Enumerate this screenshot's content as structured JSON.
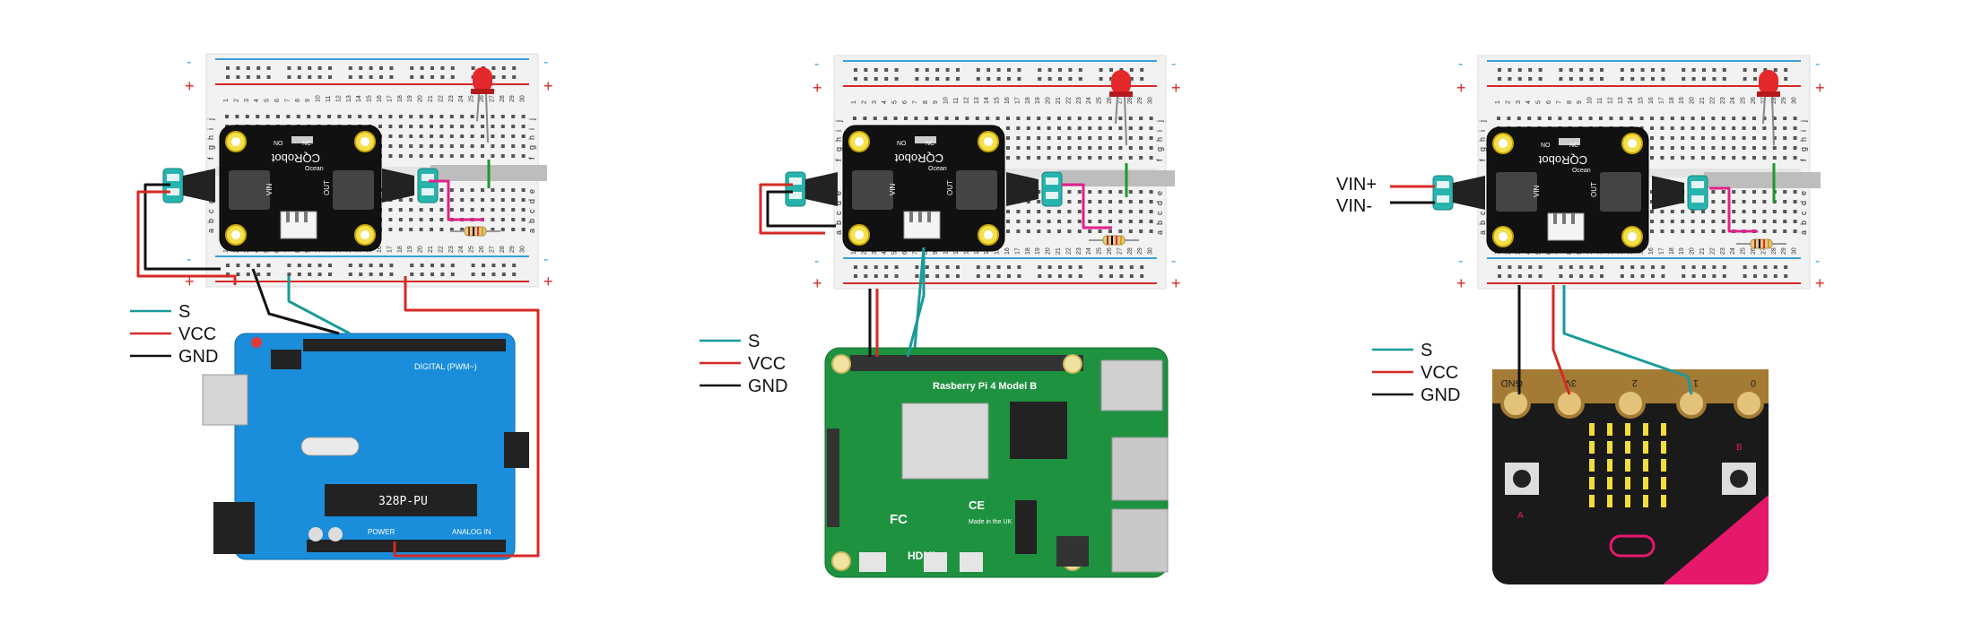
{
  "panels": [
    {
      "id": "arduino",
      "legend": [
        {
          "label": "S",
          "color": "#1a9a9a"
        },
        {
          "label": "VCC",
          "color": "#d62a25"
        },
        {
          "label": "GND",
          "color": "#111111"
        }
      ],
      "rail_minus": "-",
      "rail_plus": "+",
      "module": {
        "brand": "CQRobot",
        "pin_vin": "VIN",
        "pin_out": "OUT",
        "pin_nc": "NC",
        "pin_no": "NO",
        "label_ocean": "Ocean"
      },
      "board": {
        "chip_label": "328P-PU",
        "digital_label": "DIGITAL (PWM~)",
        "power_label": "POWER",
        "analog_label": "ANALOG IN"
      }
    },
    {
      "id": "raspberry",
      "legend": [
        {
          "label": "S",
          "color": "#1a9a9a"
        },
        {
          "label": "VCC",
          "color": "#d62a25"
        },
        {
          "label": "GND",
          "color": "#111111"
        }
      ],
      "rail_minus": "-",
      "rail_plus": "+",
      "module": {
        "brand": "CQRobot",
        "pin_vin": "VIN",
        "pin_out": "OUT",
        "pin_nc": "NC",
        "pin_no": "NO",
        "label_ocean": "Ocean"
      },
      "board": {
        "title": "Rasberry Pi 4 Model B",
        "hdmi_label": "HDMI",
        "made_in": "Made in the UK",
        "ce_label": "CE",
        "fc_label": "FC"
      }
    },
    {
      "id": "microbit",
      "legend": [
        {
          "label": "S",
          "color": "#1a9a9a"
        },
        {
          "label": "VCC",
          "color": "#d62a25"
        },
        {
          "label": "GND",
          "color": "#111111"
        }
      ],
      "vin_plus": "VIN+",
      "vin_minus": "VIN-",
      "rail_minus": "-",
      "rail_plus": "+",
      "module": {
        "brand": "CQRobot",
        "pin_vin": "VIN",
        "pin_out": "OUT",
        "pin_nc": "NC",
        "pin_no": "NO",
        "label_ocean": "Ocean"
      },
      "board": {
        "pad_labels": [
          "GND",
          "3V",
          "2",
          "1",
          "0"
        ],
        "btn_a": "A",
        "btn_b": "B"
      }
    }
  ],
  "row_letters": [
    "a",
    "b",
    "c",
    "d",
    "e",
    "f",
    "g",
    "h",
    "i",
    "j"
  ],
  "col_numbers": [
    "1",
    "2",
    "3",
    "4",
    "5",
    "6",
    "7",
    "8",
    "9",
    "10",
    "11",
    "12",
    "13",
    "14",
    "15",
    "16",
    "17",
    "18",
    "19",
    "20",
    "21",
    "22",
    "23",
    "24",
    "25",
    "26",
    "27",
    "28",
    "29",
    "30"
  ]
}
